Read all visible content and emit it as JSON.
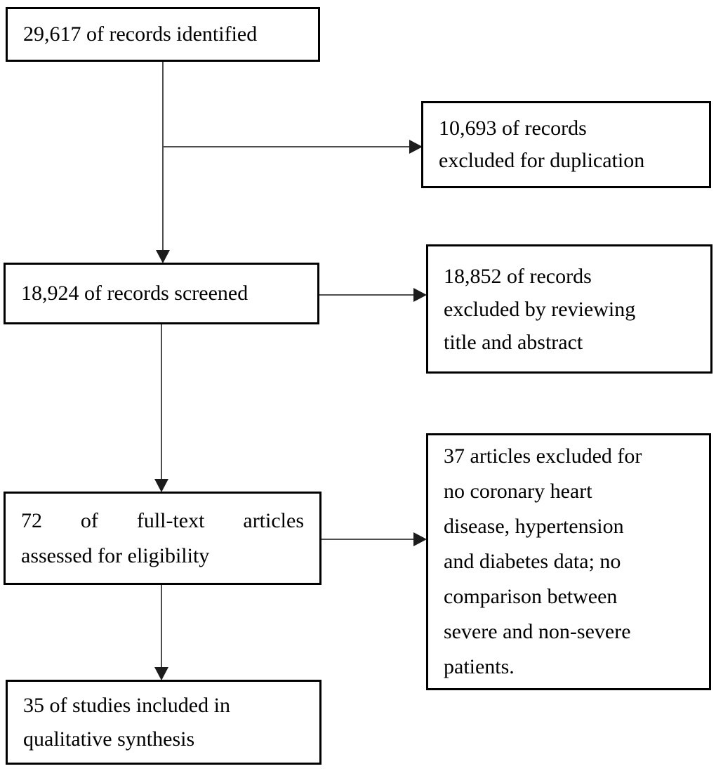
{
  "diagram_type": "study-selection-flowchart",
  "colors": {
    "background": "#ffffff",
    "box_border": "#000000",
    "text": "#000000",
    "connector_line": "#4d4d4d",
    "arrowhead": "#1c1c1c"
  },
  "boxes": {
    "identified": {
      "text": "29,617 of records identified",
      "lines": [
        "29,617 of records identified"
      ]
    },
    "excluded_duplication": {
      "text": "10,693 of records excluded for duplication",
      "lines": [
        "10,693 of records",
        "excluded for duplication"
      ]
    },
    "screened": {
      "text": "18,924 of records screened",
      "lines": [
        "18,924 of records screened"
      ]
    },
    "excluded_title_abstract": {
      "text": "18,852 of records excluded by reviewing title and abstract",
      "lines": [
        "18,852 of records",
        "excluded by reviewing",
        "title and abstract"
      ]
    },
    "fulltext_assessed": {
      "text": "72 of full-text articles assessed for eligibility",
      "lines": [
        "72 of full-text articles",
        "assessed for eligibility"
      ]
    },
    "excluded_fulltext": {
      "text": "37 articles excluded for no coronary heart disease, hypertension and diabetes data; no comparison between severe and non-severe patients.",
      "lines": [
        "37 articles excluded for",
        "no coronary heart",
        "disease, hypertension",
        "and diabetes data; no",
        "comparison between",
        "severe and non-severe",
        "patients."
      ]
    },
    "included": {
      "text": "35 of studies included in qualitative synthesis",
      "lines": [
        "35 of studies included in",
        "qualitative synthesis"
      ]
    }
  }
}
